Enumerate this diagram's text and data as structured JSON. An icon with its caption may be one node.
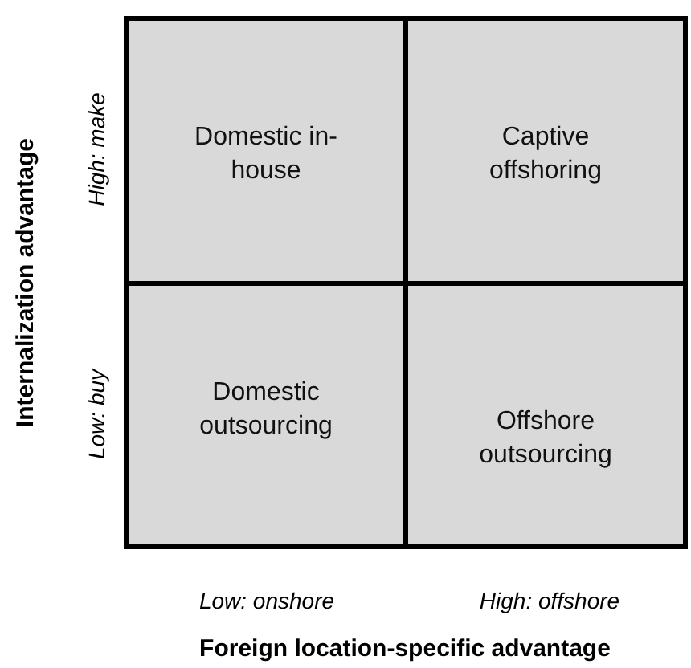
{
  "diagram": {
    "nodes": [
      {
        "text": [
          "Domestic in-house"
        ]
      },
      {
        "text": [
          "Captive offshoring"
        ]
      },
      {
        "text": [
          "Domestic outsourcing"
        ]
      },
      {
        "text": [
          "Offshore outsourcing"
        ]
      }
    ],
    "labels": [
      "Internalization advantage",
      "High: make",
      "Low: buy",
      "Low: onshore",
      "High: offshore",
      "Foreign location-specific advantage"
    ]
  }
}
